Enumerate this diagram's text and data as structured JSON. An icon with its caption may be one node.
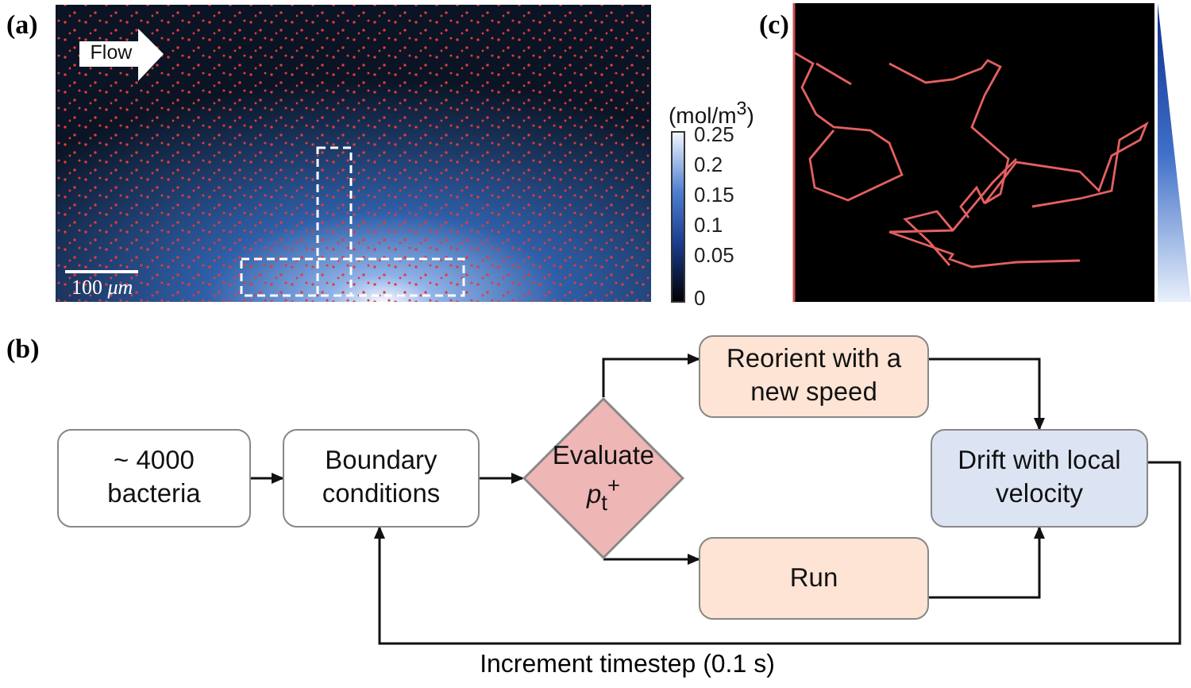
{
  "diagram": {
    "nodes": [
      {
        "text": [
          "~ 4000 bacteria"
        ]
      },
      {
        "text": [
          "Boundary conditions"
        ]
      },
      {
        "text": [
          "Evaluate *p*$_{t}$$^{+}$"
        ]
      },
      {
        "text": [
          "Reorient with a new speed"
        ]
      },
      {
        "text": [
          "Run"
        ]
      },
      {
        "text": [
          "Drift with local velocity"
        ]
      }
    ],
    "edges": [
      {
        "from": 0,
        "to": 1,
        "arrow": "to"
      },
      {
        "from": 1,
        "to": 2,
        "arrow": "to"
      },
      {
        "from": 2,
        "to": 3,
        "arrow": "to"
      },
      {
        "from": 2,
        "to": 4,
        "arrow": "to"
      },
      {
        "from": 3,
        "to": 5,
        "arrow": "to"
      },
      {
        "from": 4,
        "to": 5,
        "arrow": "to"
      },
      {
        "from": 5,
        "to": 1,
        "arrow": "to",
        "label": "Increment timestep (0.1 s)"
      }
    ],
    "labels": [
      "(a)",
      "Flow",
      "(mol/m$^{3}$)",
      "0.25",
      "0.2",
      "0.15",
      "0.1",
      "0.05",
      "0",
      "100 *μm*",
      "(c)",
      "(b)"
    ]
  }
}
